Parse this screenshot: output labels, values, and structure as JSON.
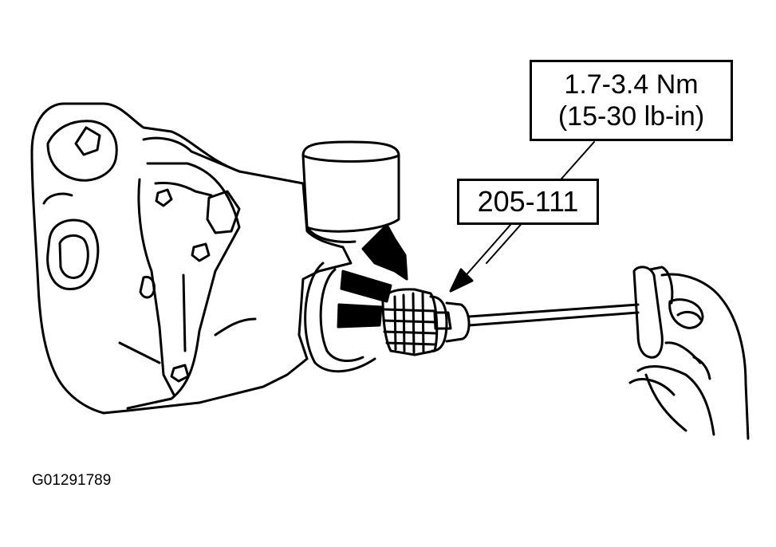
{
  "callouts": {
    "torque_line1": "1.7-3.4 Nm",
    "torque_line2": "(15-30 lb-in)",
    "tool_number": "205-111"
  },
  "figure_id": "G01291789",
  "colors": {
    "ink": "#000000",
    "paper": "#ffffff"
  }
}
